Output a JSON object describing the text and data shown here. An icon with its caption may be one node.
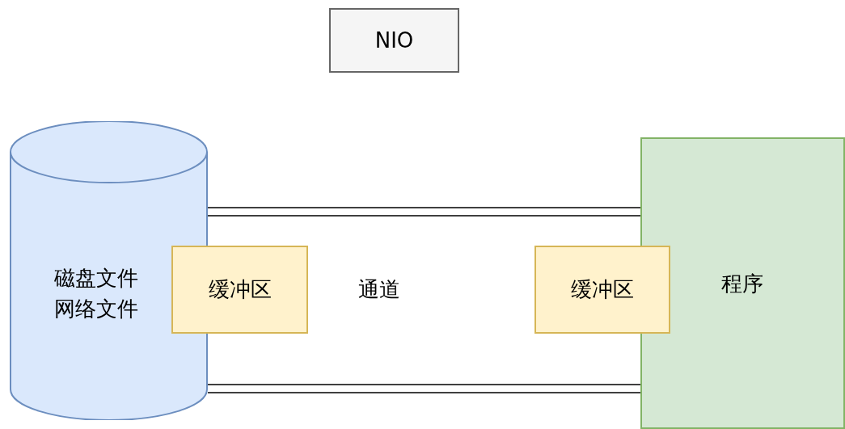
{
  "diagram": {
    "nodes": [
      {
        "text": [
          "NIO"
        ]
      },
      {
        "text": [
          "磁盘文件网络文件"
        ]
      },
      {
        "text": [
          "缓冲区"
        ]
      },
      {
        "text": [
          "缓冲区"
        ]
      },
      {
        "text": [
          "程序"
        ]
      }
    ],
    "edges": [
      {
        "from": 1,
        "to": 4,
        "arrow": "none"
      },
      {
        "from": 1,
        "to": 4,
        "arrow": "none"
      }
    ],
    "labels": [
      "通道"
    ]
  }
}
